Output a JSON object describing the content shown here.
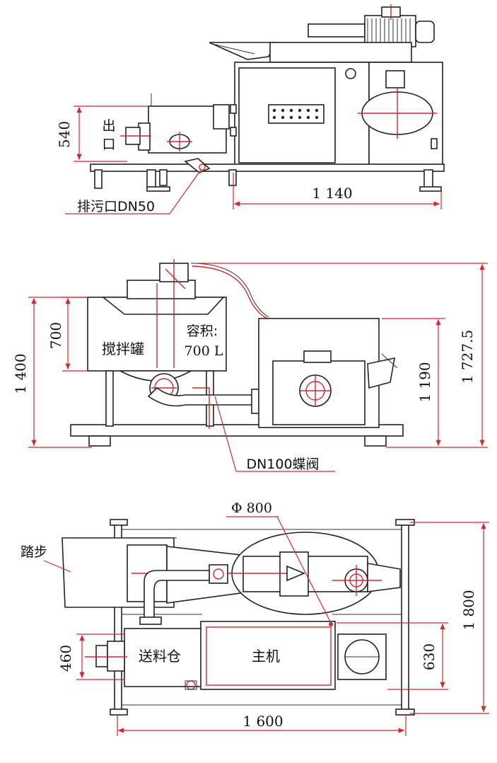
{
  "colors": {
    "dimension_line": "#d8262e",
    "outline": "#222222",
    "background": "#ffffff"
  },
  "views": {
    "top_view": {
      "outlet_label_line1": "出",
      "outlet_label_line2": "口",
      "dim_height": "540",
      "dim_length": "1 140",
      "drain_label": "排污口DN50"
    },
    "middle_view": {
      "mixing_tank_label": "搅拌罐",
      "volume_label_line1": "容积:",
      "volume_label_line2": "700 L",
      "dim_tank_height": "700",
      "dim_left_height": "1 400",
      "dim_right_inner": "1 190",
      "dim_total_height": "1 727.5",
      "valve_label": "DN100蝶阀"
    },
    "bottom_view": {
      "diameter_label": "Φ 800",
      "step_label": "踏步",
      "feed_bin_label": "送料仓",
      "main_unit_label": "主机",
      "dim_left_460": "460",
      "dim_width": "1 600",
      "dim_depth": "1 800",
      "dim_box_630": "630"
    }
  }
}
